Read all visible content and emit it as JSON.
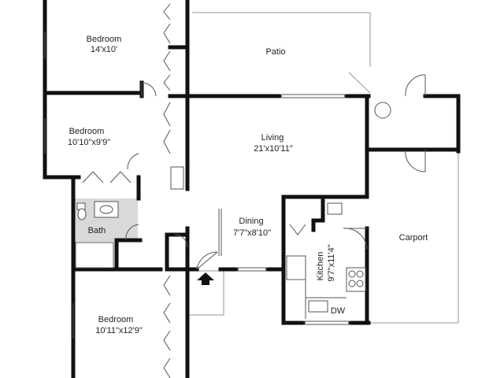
{
  "floorplan": {
    "rooms": [
      {
        "id": "bedroom-top",
        "name": "Bedroom",
        "dims": "14'x10'"
      },
      {
        "id": "patio",
        "name": "Patio",
        "dims": ""
      },
      {
        "id": "bedroom-mid",
        "name": "Bedroom",
        "dims": "10'10\"x9'9\""
      },
      {
        "id": "living",
        "name": "Living",
        "dims": "21'x10'11\""
      },
      {
        "id": "bath",
        "name": "Bath",
        "dims": ""
      },
      {
        "id": "dining",
        "name": "Dining",
        "dims": "7'7\"x8'10\""
      },
      {
        "id": "carport",
        "name": "Carport",
        "dims": ""
      },
      {
        "id": "kitchen",
        "name": "Kitchen",
        "dims": "9'7\"x11'4\""
      },
      {
        "id": "bedroom-bottom",
        "name": "Bedroom",
        "dims": "10'11\"x12'9\""
      }
    ],
    "appliance_labels": {
      "dishwasher": "DW"
    },
    "colors": {
      "wall": "#111111",
      "bath_floor": "#d9d9d9",
      "background": "#ffffff"
    }
  }
}
